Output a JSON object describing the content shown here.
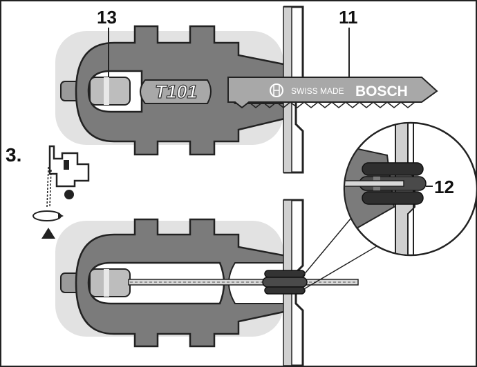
{
  "callouts": {
    "clamping_lever": "13",
    "saw_blade": "11",
    "guide_roller": "12"
  },
  "step": {
    "number": "3."
  },
  "blade": {
    "code": "T101",
    "origin": "SWISS MADE",
    "brand": "BOSCH"
  },
  "icons": [
    "jigsaw-front-icon",
    "rotate-arrow-icon",
    "up-triangle-icon",
    "bosch-logo-icon"
  ],
  "colors": {
    "background": "#ffffff",
    "shade": "#dcdcdc",
    "holder": "#7a7a7a",
    "outline": "#222222",
    "blade": "#a8a8a8"
  }
}
